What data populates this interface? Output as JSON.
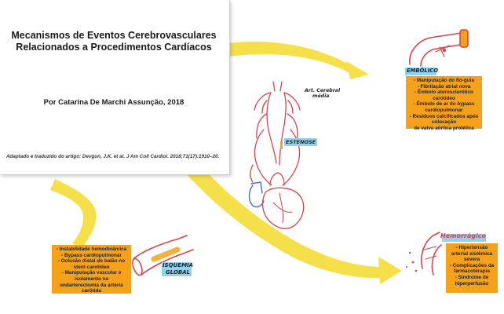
{
  "title_card": {
    "title_line1": "Mecanismos de Eventos Cerebrovasculares",
    "title_line2": "Relacionados a Procedimentos Cardíacos",
    "author": "Por Catarina De Marchi Assunção, 2018",
    "source": "Adaptado e traduzido do artigo: Devgun, J.K. et al. J Am Coll Cardiol. 2018;71(17):1910–20."
  },
  "center": {
    "art_label_line1": "Art. Cerebral",
    "art_label_line2": "média",
    "stenosis_label": "ESTENOSE"
  },
  "embolic": {
    "label": "EMBÓLICO",
    "items": [
      "- Manipulação do fio-guia",
      "- Fibrilação atrial nova",
      "- Êmbolo aterosclerótico",
      "carotídeo",
      "- Êmbolo de ar do bypass",
      "cardiopulmonar",
      "- Resíduos calcificados após",
      "colocação",
      "de valva aórtica protética"
    ]
  },
  "ischemia": {
    "label_line1": "ISQUEMIA",
    "label_line2": "GLOBAL",
    "items": [
      "- Instabilidade hemodinâmica",
      "- Bypass cardiopulmonar",
      "- Oclusão distal do balão no",
      "stent carotídeo",
      "- Manipulação vascular e",
      "isolamento na",
      "endarterectomia da artéria",
      "carótida"
    ]
  },
  "hemorrhagic": {
    "label": "Hemorrágico",
    "items": [
      "- Hipertensão",
      "arterial sistêmica",
      "severa",
      "- Complicações da",
      "farmacoterapia",
      "- Síndrome de",
      "hiperperfusão"
    ]
  },
  "colors": {
    "box_orange": "#f5a21a",
    "arrow_yellow": "#f6e04a",
    "tag_blue": "#8fd3f3",
    "vessel_red": "#d9434a",
    "heart_blue": "#3f6fd1"
  }
}
